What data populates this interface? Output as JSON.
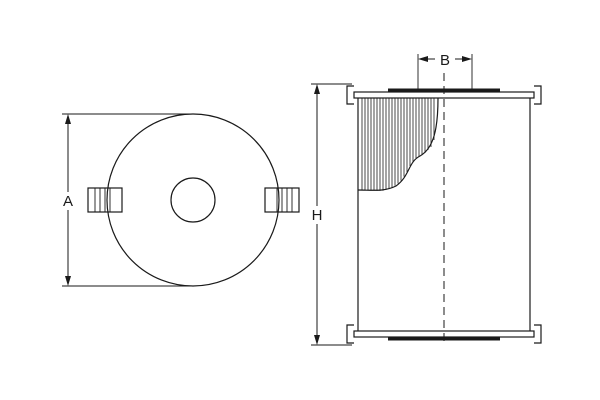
{
  "drawing": {
    "labels": {
      "diameter": "A",
      "bore": "B",
      "height": "H"
    },
    "colors": {
      "stroke": "#1a1a1a",
      "background": "#ffffff"
    },
    "views": [
      "top-view",
      "side-view"
    ]
  }
}
